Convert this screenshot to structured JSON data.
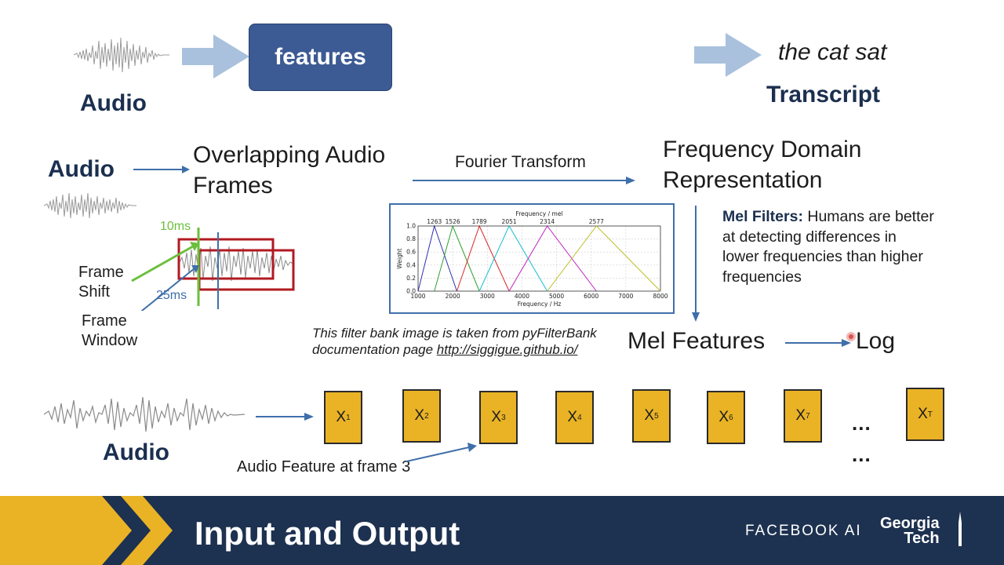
{
  "top_row": {
    "audio_label": "Audio",
    "features_label": "features",
    "transcript_text": "the cat sat",
    "transcript_label": "Transcript"
  },
  "pipeline": {
    "audio_label": "Audio",
    "frames_line1": "Overlapping Audio",
    "frames_line2": "Frames",
    "fourier_label": "Fourier Transform",
    "freq_line1": "Frequency Domain",
    "freq_line2": "Representation",
    "mel_title": "Mel Filters:",
    "mel_text": " Humans are better at detecting differences in lower frequencies than higher frequencies",
    "mel_features_label": "Mel Features",
    "log_label": "Log"
  },
  "frame_diagram": {
    "shift_ms": "10ms",
    "window_ms": "25ms",
    "shift_line1": "Frame",
    "shift_line2": "Shift",
    "window_line1": "Frame",
    "window_line2": "Window"
  },
  "filter_caption": {
    "line1": "This filter bank image is taken from pyFilterBank",
    "line2_prefix": "documentation page ",
    "link_text": "http://siggigue.github.io/"
  },
  "chart_data": {
    "type": "line",
    "title": "Frequency / mel",
    "xlabel": "Frequency / Hz",
    "ylabel": "Weight",
    "xlim": [
      1000,
      8000
    ],
    "ylim": [
      0,
      1.0
    ],
    "x_ticks": [
      "1000",
      "2000",
      "3000",
      "4000",
      "5000",
      "6000",
      "7000",
      "8000"
    ],
    "y_ticks": [
      "0.0",
      "0.2",
      "0.4",
      "0.6",
      "0.8",
      "1.0"
    ],
    "top_ticks": [
      "1263",
      "1526",
      "1789",
      "2051",
      "2314",
      "2577"
    ],
    "grid": true,
    "series": [
      {
        "color": "#2f2fb0",
        "x": [
          1000,
          1470,
          2120
        ],
        "y": [
          0,
          1,
          0
        ]
      },
      {
        "color": "#2ea02e",
        "x": [
          1470,
          2000,
          2770
        ],
        "y": [
          0,
          1,
          0
        ]
      },
      {
        "color": "#d62728",
        "x": [
          2120,
          2770,
          3630
        ],
        "y": [
          0,
          1,
          0
        ]
      },
      {
        "color": "#17becf",
        "x": [
          2770,
          3630,
          4730
        ],
        "y": [
          0,
          1,
          0
        ]
      },
      {
        "color": "#c020c0",
        "x": [
          3630,
          4730,
          6150
        ],
        "y": [
          0,
          1,
          0
        ]
      },
      {
        "color": "#bcbd22",
        "x": [
          4730,
          6150,
          8000
        ],
        "y": [
          0,
          1,
          0
        ]
      }
    ]
  },
  "sequence": {
    "audio_label": "Audio",
    "features": [
      {
        "base": "X",
        "sub": "1"
      },
      {
        "base": "X",
        "sub": "2"
      },
      {
        "base": "X",
        "sub": "3"
      },
      {
        "base": "X",
        "sub": "4"
      },
      {
        "base": "X",
        "sub": "5"
      },
      {
        "base": "X",
        "sub": "6"
      },
      {
        "base": "X",
        "sub": "7"
      },
      {
        "base": "X",
        "sub": "T"
      }
    ],
    "dots": "...",
    "frame3_label": "Audio Feature at frame 3"
  },
  "footer": {
    "title": "Input and Output",
    "facebook_label": "FACEBOOK AI",
    "gt_line1": "Georgia",
    "gt_line2": "Tech"
  },
  "colors": {
    "navy": "#1d3150",
    "gold": "#e9b325",
    "arrow_light": "#a9c1dc",
    "arrow_blue": "#3f6fa9",
    "frame_red": "#b11a22",
    "green": "#6bbf3c"
  }
}
